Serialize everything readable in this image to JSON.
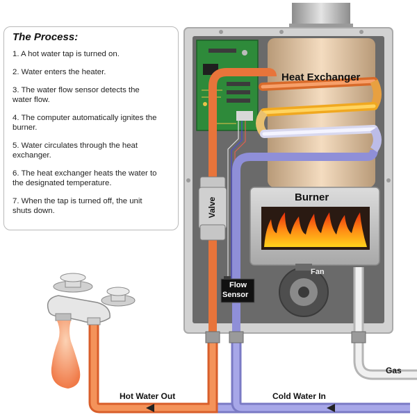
{
  "process": {
    "title": "The Process:",
    "steps": [
      "1. A hot water tap is turned on.",
      "2. Water enters the heater.",
      "3. The water flow sensor detects the water flow.",
      "4. The computer automatically ignites the burner.",
      "5. Water circulates through the heat exchanger.",
      "6. The heat exchanger heats the water to the designated temperature.",
      "7. When the tap is turned off, the unit shuts down."
    ]
  },
  "labels": {
    "heat_exchanger": "Heat Exchanger",
    "burner": "Burner",
    "fan": "Fan",
    "valve": "Valve",
    "flow_sensor_1": "Flow",
    "flow_sensor_2": "Sensor",
    "gas": "Gas",
    "hot_water_out": "Hot Water Out",
    "cold_water_in": "Cold Water In"
  },
  "colors": {
    "hot_pipe": "#e8743a",
    "cold_pipe": "#8f8fd8",
    "gas_pipe": "#e8e8e8",
    "flame": "#f04a14",
    "cabinet": "#d4d4d4",
    "interior": "#6b6b6b",
    "circuit_board": "#2e8a3a"
  }
}
